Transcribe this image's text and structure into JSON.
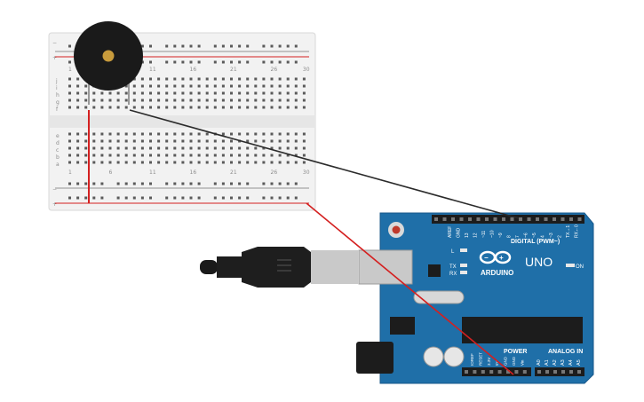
{
  "breadboard": {
    "top_rail_labels": [
      "−",
      "+"
    ],
    "bottom_rail_labels": [
      "−",
      "+"
    ],
    "rows_top": [
      "j",
      "i",
      "h",
      "g",
      "f"
    ],
    "rows_bottom": [
      "e",
      "d",
      "c",
      "b",
      "a"
    ],
    "columns": 30
  },
  "arduino": {
    "logo": "ARDUINO",
    "model": "UNO",
    "digital_header_label": "DIGITAL (PWM~)",
    "analog_header_label": "ANALOG IN",
    "power_header_label": "POWER",
    "on_label": "ON",
    "led_labels": [
      "L",
      "TX",
      "RX"
    ],
    "top_pin_labels": [
      "AREF",
      "GND",
      "13",
      "12",
      "~11",
      "~10",
      "~9",
      "8",
      "7",
      "~6",
      "~5",
      "4",
      "~3",
      "2",
      "TX→1",
      "RX←0"
    ],
    "power_pin_labels": [
      "IOREF",
      "RESET",
      "3.3V",
      "5V",
      "GND",
      "GND",
      "Vin"
    ],
    "analog_pin_labels": [
      "A0",
      "A1",
      "A2",
      "A3",
      "A4",
      "A5"
    ]
  },
  "colors": {
    "board_blue": "#1f6fa8",
    "wire_red": "#d42020",
    "wire_black": "#2b2b2b",
    "buzzer": "#1a1a1a",
    "buzzer_center": "#c89b3c"
  }
}
